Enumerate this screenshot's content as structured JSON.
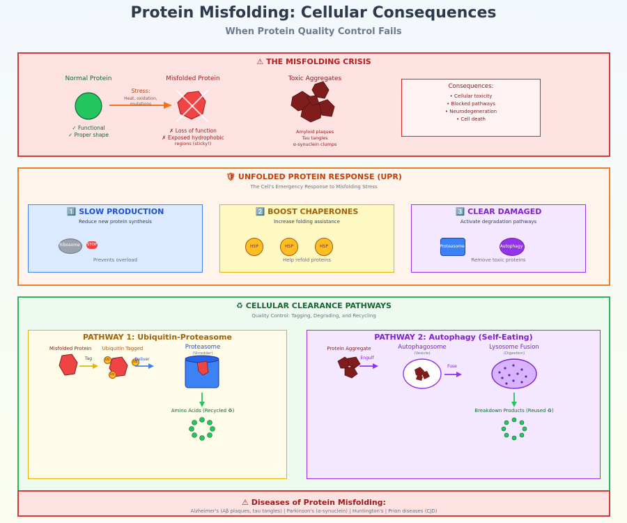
{
  "header": {
    "title": "Protein Misfolding: Cellular Consequences",
    "subtitle": "When Protein Quality Control Fails"
  },
  "crisis": {
    "title": "⚠ THE MISFOLDING CRISIS",
    "normal": {
      "label": "Normal Protein",
      "line1": "✓ Functional",
      "line2": "✓ Proper shape"
    },
    "stress": {
      "label": "Stress:",
      "sub1": "Heat, oxidation,",
      "sub2": "mutations"
    },
    "misfolded": {
      "label": "Misfolded Protein",
      "line1": "✗ Loss of function",
      "line2": "✗ Exposed hydrophobic",
      "line3": "regions (sticky!)"
    },
    "aggregates": {
      "label": "Toxic Aggregates",
      "line1": "Amyloid plaques",
      "line2": "Tau tangles",
      "line3": "α-synuclein clumps"
    },
    "consequences": {
      "title": "Consequences:",
      "items": [
        "• Cellular toxicity",
        "• Blocked pathways",
        "• Neurodegeneration",
        "• Cell death"
      ]
    }
  },
  "upr": {
    "title": "🛡 UNFOLDED PROTEIN RESPONSE (UPR)",
    "subtitle": "The Cell's Emergency Response to Misfolding Stress",
    "slow": {
      "title": "1️⃣ SLOW PRODUCTION",
      "desc": "Reduce new protein synthesis",
      "ribosome": "Ribosome",
      "stop": "STOP",
      "note": "Prevents overload"
    },
    "boost": {
      "title": "2️⃣ BOOST CHAPERONES",
      "desc": "Increase folding assistance",
      "hsp": [
        "HSP",
        "HSP",
        "HSP"
      ],
      "note": "Help refold proteins"
    },
    "clear": {
      "title": "3️⃣ CLEAR DAMAGED",
      "desc": "Activate degradation pathways",
      "proteasome": "Proteasome",
      "autophagy": "Autophagy",
      "note": "Remove toxic proteins"
    }
  },
  "clearance": {
    "title": "♻ CELLULAR CLEARANCE PATHWAYS",
    "subtitle": "Quality Control: Tagging, Degrading, and Recycling",
    "p1": {
      "title": "PATHWAY 1: Ubiquitin-Proteasome",
      "misfolded": "Misfolded Protein",
      "tag": "Tag",
      "tagged": "Ubiquitin Tagged",
      "ub": "Ub",
      "deliver": "Deliver",
      "proteasome": "Proteasome",
      "shredder": "(Shredder)",
      "result": "Amino Acids (Recycled ♻)"
    },
    "p2": {
      "title": "PATHWAY 2: Autophagy (Self-Eating)",
      "aggregate": "Protein Aggregate",
      "engulf": "Engulf",
      "autophagosome": "Autophagosome",
      "vesicle": "(Vesicle)",
      "fuse": "Fuse",
      "lysosome": "Lysosome Fusion",
      "digestion": "(Digestion)",
      "result": "Breakdown Products (Reused ♻)"
    }
  },
  "diseases": {
    "title": "⚠ Diseases of Protein Misfolding:",
    "list": "Alzheimer's (Aβ plaques, tau tangles) | Parkinson's (α-synuclein) | Huntington's | Prion diseases (CJD)"
  },
  "colors": {
    "normal": "#22c55e",
    "misfolded": "#ef4444",
    "aggregate": "#7f1d1d",
    "hsp": "#fbbf24",
    "proteasome": "#3b82f6",
    "autophagy": "#9333ea"
  }
}
